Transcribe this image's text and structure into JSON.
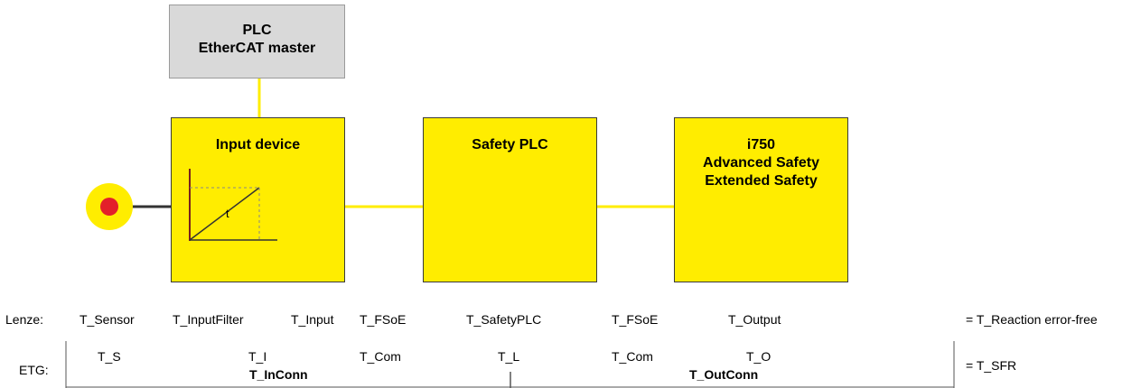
{
  "plc_box": {
    "line1": "PLC",
    "line2": "EtherCAT master"
  },
  "input_device": {
    "title": "Input device",
    "graph_label": "t"
  },
  "safety_plc": {
    "title": "Safety PLC"
  },
  "drive": {
    "line1": "i750",
    "line2": "Advanced Safety",
    "line3": "Extended Safety"
  },
  "lenze_row": {
    "label": "Lenze:",
    "t_sensor": "T_Sensor",
    "t_inputfilter": "T_InputFilter",
    "t_input": "T_Input",
    "t_fsoe_1": "T_FSoE",
    "t_safetyplc": "T_SafetyPLC",
    "t_fsoe_2": "T_FSoE",
    "t_output": "T_Output",
    "result": "= T_Reaction error-free"
  },
  "etg_row": {
    "label": "ETG:",
    "t_s": "T_S",
    "t_i": "T_I",
    "t_com_1": "T_Com",
    "t_l": "T_L",
    "t_com_2": "T_Com",
    "t_o": "T_O",
    "t_inconn": "T_InConn",
    "t_outconn": "T_OutConn",
    "result": "= T_SFR"
  },
  "colors": {
    "safety_yellow": "#ffed00",
    "plc_gray": "#d9d9d9",
    "estop_red": "#e3202a",
    "graph_line": "#7a1f1f"
  }
}
